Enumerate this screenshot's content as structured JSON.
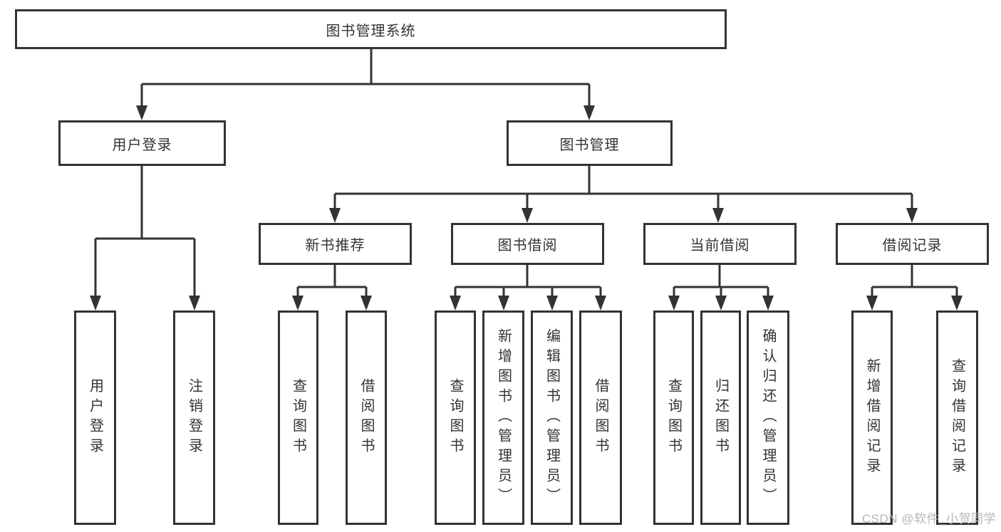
{
  "diagram": {
    "type": "functional-structure-tree",
    "colors": {
      "line": "#333333",
      "text": "#333333",
      "background": "#ffffff",
      "watermark_text_color": "#b5b5b5"
    },
    "tree": {
      "label": "图书管理系统",
      "children": [
        {
          "label": "用户登录",
          "children": [
            {
              "label": "用户登录"
            },
            {
              "label": "注销登录"
            }
          ]
        },
        {
          "label": "图书管理",
          "children": [
            {
              "label": "新书推荐",
              "children": [
                {
                  "label": "查询图书"
                },
                {
                  "label": "借阅图书"
                }
              ]
            },
            {
              "label": "图书借阅",
              "children": [
                {
                  "label": "查询图书"
                },
                {
                  "label": "新增图书（管理员）"
                },
                {
                  "label": "编辑图书（管理员）"
                },
                {
                  "label": "借阅图书"
                }
              ]
            },
            {
              "label": "当前借阅",
              "children": [
                {
                  "label": "查询图书"
                },
                {
                  "label": "归还图书"
                },
                {
                  "label": "确认归还（管理员）"
                }
              ]
            },
            {
              "label": "借阅记录",
              "children": [
                {
                  "label": "新增借阅记录"
                },
                {
                  "label": "查询借阅记录"
                }
              ]
            }
          ]
        }
      ]
    },
    "watermark": "CSDN @软件_小贺同学"
  }
}
